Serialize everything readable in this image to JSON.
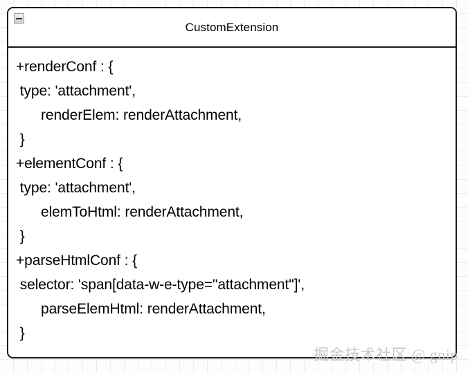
{
  "canvas": {
    "background_color": "#fdfdfd",
    "grid_color": "#ececec",
    "grid_size": 20
  },
  "class_box": {
    "border_color": "#1a1a1a",
    "fill_color": "#ffffff",
    "header": {
      "title": "CustomExtension",
      "collapse_toggle": {
        "icon": "minus-icon",
        "state": "expanded"
      }
    },
    "attributes": [
      {
        "text": "+renderConf : {",
        "indent": 0
      },
      {
        "text": " type: 'attachment',",
        "indent": 0
      },
      {
        "text": "renderElem: renderAttachment,",
        "indent": 2
      },
      {
        "text": " }",
        "indent": 0
      },
      {
        "text": "+elementConf : {",
        "indent": 0
      },
      {
        "text": " type: 'attachment',",
        "indent": 0
      },
      {
        "text": "elemToHtml: renderAttachment,",
        "indent": 2
      },
      {
        "text": " }",
        "indent": 0
      },
      {
        "text": "+parseHtmlConf : {",
        "indent": 0
      },
      {
        "text": " selector: 'span[data-w-e-type=\"attachment\"]',",
        "indent": 0
      },
      {
        "text": "parseElemHtml: renderAttachment,",
        "indent": 2
      },
      {
        "text": " }",
        "indent": 0
      }
    ]
  },
  "watermark": {
    "text": "掘金技术社区 @ gnip",
    "color": "#c9c9c9"
  }
}
